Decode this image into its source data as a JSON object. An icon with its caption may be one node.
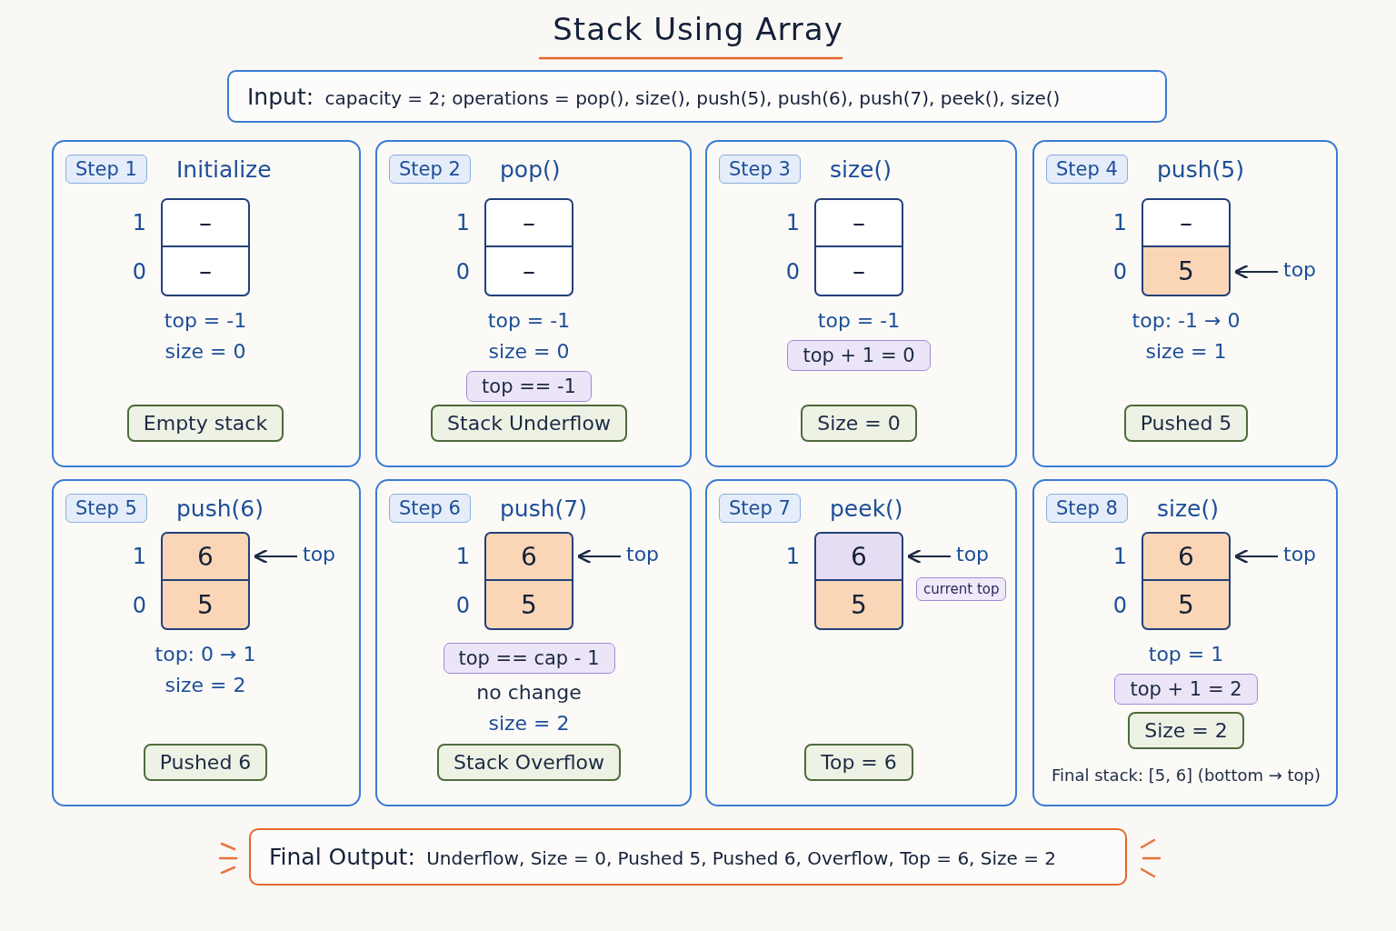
{
  "diagram": {
    "title": "Stack Using Array",
    "nodes": [
      {
        "text": [
          "**Input:** capacity = 2; operations = pop(), size(), push(5), push(6), push(7), peek(), size()"
        ]
      },
      {
        "text": [
          "Initialize",
          "top = -1",
          "size = 0"
        ]
      },
      {
        "text": [
          "Step 1"
        ],
        "in": 1
      },
      {
        "text": [
          "–"
        ],
        "in": 1,
        "beside": [
          "1"
        ]
      },
      {
        "text": [
          "–"
        ],
        "in": 1,
        "beside": [
          "0"
        ]
      },
      {
        "text": [
          "Empty stack"
        ],
        "in": 1
      },
      {
        "text": [
          "pop()",
          "top = -1",
          "size = 0"
        ]
      },
      {
        "text": [
          "Step 2"
        ],
        "in": 6
      },
      {
        "text": [
          "–"
        ],
        "in": 6,
        "beside": [
          "1"
        ]
      },
      {
        "text": [
          "–"
        ],
        "in": 6,
        "beside": [
          "0"
        ]
      },
      {
        "text": [
          "top == -1"
        ],
        "in": 6
      },
      {
        "text": [
          "Stack Underflow"
        ],
        "in": 6
      },
      {
        "text": [
          "size()",
          "top = -1"
        ]
      },
      {
        "text": [
          "Step 3"
        ],
        "in": 12
      },
      {
        "text": [
          "–"
        ],
        "in": 12,
        "beside": [
          "1"
        ]
      },
      {
        "text": [
          "–"
        ],
        "in": 12,
        "beside": [
          "0"
        ]
      },
      {
        "text": [
          "top + 1 = 0"
        ],
        "in": 12
      },
      {
        "text": [
          "Size = 0"
        ],
        "in": 12
      },
      {
        "text": [
          "push(5)",
          "top: -1 → 0",
          "size = 1"
        ]
      },
      {
        "text": [
          "Step 4"
        ],
        "in": 18
      },
      {
        "text": [
          "–"
        ],
        "in": 18,
        "beside": [
          "1"
        ]
      },
      {
        "text": [
          "5"
        ],
        "in": 18,
        "beside": [
          "0"
        ]
      },
      {
        "text": [
          "top"
        ],
        "in": 18
      },
      {
        "text": [
          "Pushed 5"
        ],
        "in": 18
      },
      {
        "text": [
          "push(6)",
          "top: 0 → 1",
          "size = 2"
        ]
      },
      {
        "text": [
          "Step 5"
        ],
        "in": 24
      },
      {
        "text": [
          "6"
        ],
        "in": 24,
        "beside": [
          "1"
        ]
      },
      {
        "text": [
          "5"
        ],
        "in": 24,
        "beside": [
          "0"
        ]
      },
      {
        "text": [
          "top"
        ],
        "in": 24
      },
      {
        "text": [
          "Pushed 6"
        ],
        "in": 24
      },
      {
        "text": [
          "push(7)",
          "no change",
          "size = 2"
        ]
      },
      {
        "text": [
          "Step 6"
        ],
        "in": 30
      },
      {
        "text": [
          "6"
        ],
        "in": 30,
        "beside": [
          "1"
        ]
      },
      {
        "text": [
          "5"
        ],
        "in": 30,
        "beside": [
          "0"
        ]
      },
      {
        "text": [
          "top"
        ],
        "in": 30
      },
      {
        "text": [
          "top == cap - 1"
        ],
        "in": 30
      },
      {
        "text": [
          "Stack Overflow"
        ],
        "in": 30
      },
      {
        "text": [
          "peek()"
        ]
      },
      {
        "text": [
          "Step 7"
        ],
        "in": 37
      },
      {
        "text": [
          "6"
        ],
        "in": 37,
        "beside": [
          "1"
        ]
      },
      {
        "text": [
          "5"
        ],
        "in": 37
      },
      {
        "text": [
          "top"
        ],
        "in": 37
      },
      {
        "text": [
          "current top"
        ],
        "in": 37
      },
      {
        "text": [
          "Top = 6"
        ],
        "in": 37
      },
      {
        "text": [
          "size()",
          "top = 1",
          "Final stack: [5, 6] (bottom → top)"
        ]
      },
      {
        "text": [
          "Step 8"
        ],
        "in": 44
      },
      {
        "text": [
          "6"
        ],
        "in": 44,
        "beside": [
          "1"
        ]
      },
      {
        "text": [
          "5"
        ],
        "in": 44,
        "beside": [
          "0"
        ]
      },
      {
        "text": [
          "top"
        ],
        "in": 44
      },
      {
        "text": [
          "top + 1 = 2"
        ],
        "in": 44
      },
      {
        "text": [
          "Size = 2"
        ],
        "in": 44
      },
      {
        "text": [
          "**Final Output:** Underflow, Size = 0, Pushed 5, Pushed 6, Overflow, Top = 6, Size = 2"
        ]
      }
    ],
    "edges": [
      {
        "from": 22,
        "to": 21,
        "arrow": "to"
      },
      {
        "from": 28,
        "to": 26,
        "arrow": "to"
      },
      {
        "from": 34,
        "to": 32,
        "arrow": "to"
      },
      {
        "from": 41,
        "to": 39,
        "arrow": "to"
      },
      {
        "from": 48,
        "to": 46,
        "arrow": "to"
      }
    ]
  }
}
